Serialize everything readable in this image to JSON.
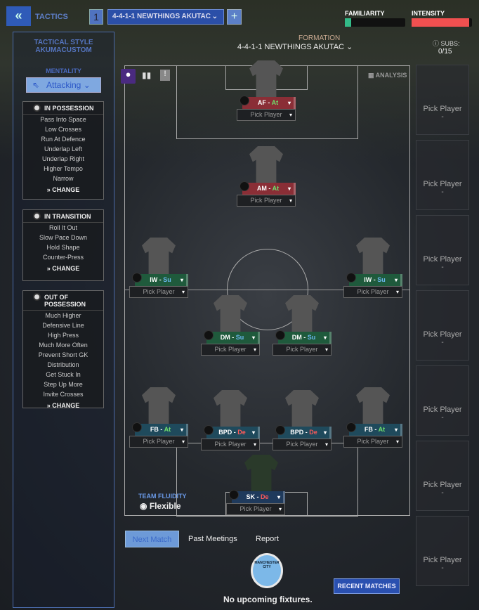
{
  "header": {
    "back_icon": "double-chevron-left",
    "tactics_label": "TACTICS",
    "tactic_slot": "1",
    "formation_select": "4-4-1-1 NEWTHINGS AKUTAC",
    "add_label": "+"
  },
  "familiarity": {
    "label": "FAMILIARITY",
    "value": 0.1,
    "color": "#33bb88"
  },
  "intensity": {
    "label": "INTENSITY",
    "value": 0.95,
    "color": "#f05050"
  },
  "formation": {
    "label": "FORMATION",
    "value": "4-4-1-1 NEWTHINGS AKUTAC"
  },
  "subs": {
    "label": "SUBS:",
    "value": "0/15"
  },
  "tactical_style": {
    "label": "TACTICAL STYLE",
    "value": "AKUMACUSTOM"
  },
  "mentality": {
    "label": "MENTALITY",
    "value": "Attacking"
  },
  "in_possession": {
    "title": "IN POSSESSION",
    "items": [
      "Pass Into Space",
      "Low Crosses",
      "Run At Defence",
      "Underlap Left",
      "Underlap Right",
      "Higher Tempo",
      "Narrow"
    ],
    "change": "CHANGE"
  },
  "in_transition": {
    "title": "IN TRANSITION",
    "items": [
      "Roll It Out",
      "Slow Pace Down",
      "Hold Shape",
      "Counter-Press"
    ],
    "change": "CHANGE"
  },
  "out_of_possession": {
    "title": "OUT OF POSSESSION",
    "items": [
      "Much Higher",
      "Defensive Line",
      "High Press",
      "Much More Often",
      "Prevent Short GK",
      "Distribution",
      "Get Stuck In",
      "Step Up More",
      "Invite Crosses"
    ],
    "change": "CHANGE"
  },
  "analysis": "ANALYSIS",
  "players": [
    {
      "pos": "AF",
      "duty": "At",
      "pick": "Pick Player"
    },
    {
      "pos": "AM",
      "duty": "At",
      "pick": "Pick Player"
    },
    {
      "pos": "IW",
      "duty": "Su",
      "pick": "Pick Player"
    },
    {
      "pos": "IW",
      "duty": "Su",
      "pick": "Pick Player"
    },
    {
      "pos": "DM",
      "duty": "Su",
      "pick": "Pick Player"
    },
    {
      "pos": "DM",
      "duty": "Su",
      "pick": "Pick Player"
    },
    {
      "pos": "FB",
      "duty": "At",
      "pick": "Pick Player"
    },
    {
      "pos": "BPD",
      "duty": "De",
      "pick": "Pick Player"
    },
    {
      "pos": "BPD",
      "duty": "De",
      "pick": "Pick Player"
    },
    {
      "pos": "FB",
      "duty": "At",
      "pick": "Pick Player"
    },
    {
      "pos": "SK",
      "duty": "De",
      "pick": "Pick Player"
    }
  ],
  "team_fluidity": {
    "label": "TEAM FLUIDITY",
    "value": "Flexible"
  },
  "subs_slots": [
    {
      "label": "Pick Player",
      "value": "-"
    },
    {
      "label": "Pick Player",
      "value": "-"
    },
    {
      "label": "Pick Player",
      "value": "-"
    },
    {
      "label": "Pick Player",
      "value": "-"
    },
    {
      "label": "Pick Player",
      "value": "-"
    },
    {
      "label": "Pick Player",
      "value": "-"
    },
    {
      "label": "Pick Player",
      "value": "-"
    }
  ],
  "tabs": [
    "Next Match",
    "Past Meetings",
    "Report"
  ],
  "club_badge": "MANCHESTER CITY",
  "recent_matches": "RECENT MATCHES",
  "no_fixtures": "No upcoming fixtures."
}
